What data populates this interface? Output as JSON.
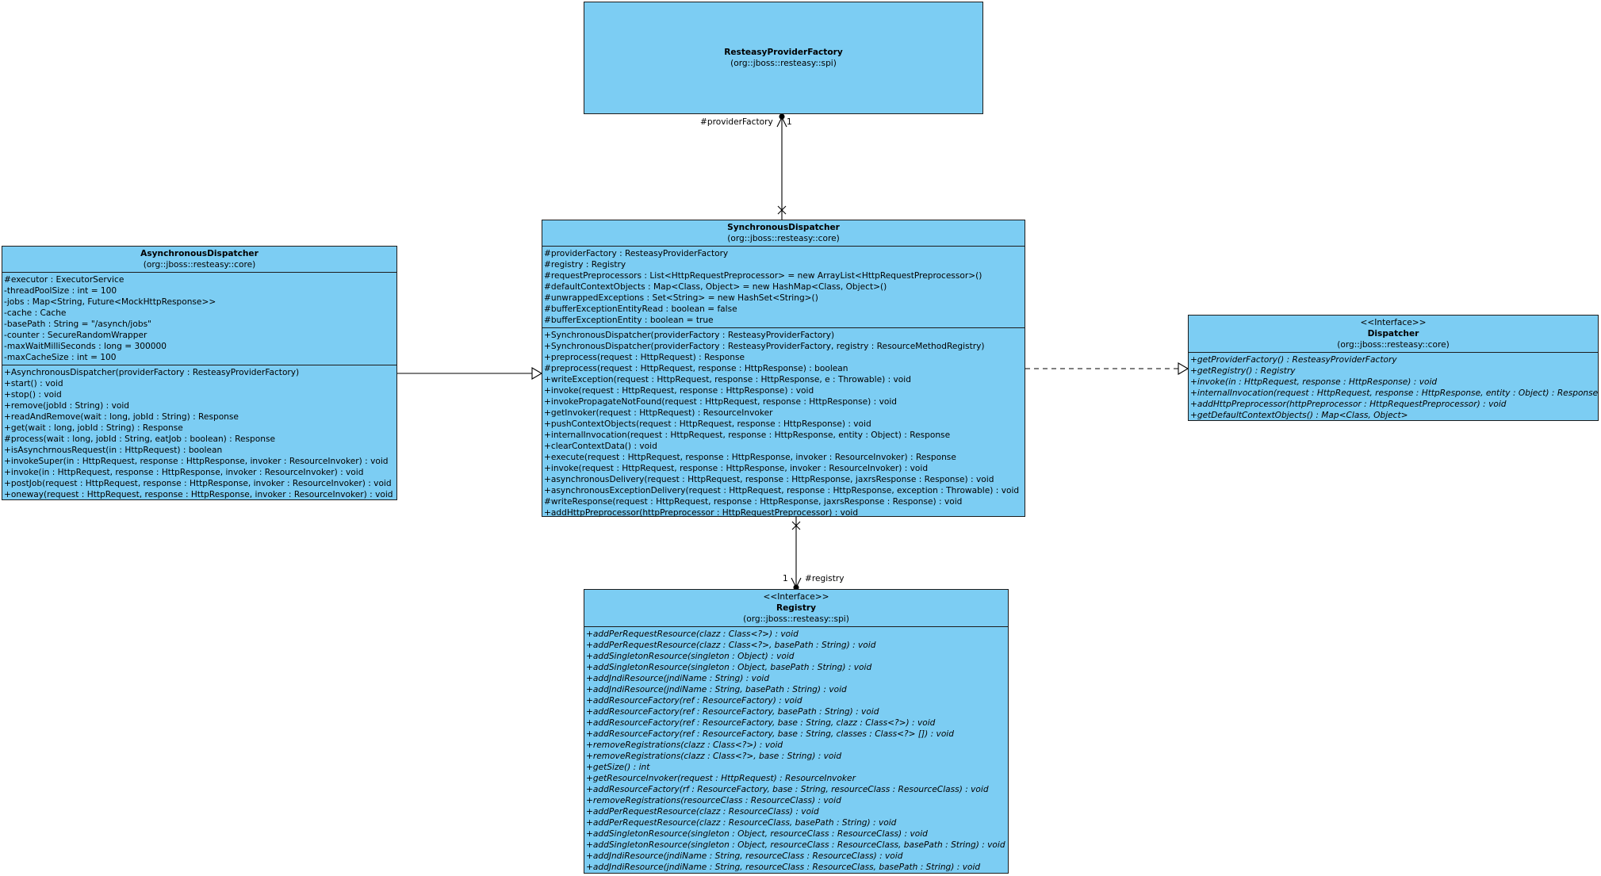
{
  "provider_factory": {
    "name": "ResteasyProviderFactory",
    "package": "(org::jboss::resteasy::spi)"
  },
  "synchronous_dispatcher": {
    "name": "SynchronousDispatcher",
    "package": "(org::jboss::resteasy::core)",
    "attributes": [
      "#providerFactory : ResteasyProviderFactory",
      "#registry : Registry",
      "#requestPreprocessors : List<HttpRequestPreprocessor> = new ArrayList<HttpRequestPreprocessor>()",
      "#defaultContextObjects : Map<Class, Object> = new HashMap<Class, Object>()",
      "#unwrappedExceptions : Set<String> = new HashSet<String>()",
      "#bufferExceptionEntityRead : boolean = false",
      "#bufferExceptionEntity : boolean = true"
    ],
    "operations": [
      "+SynchronousDispatcher(providerFactory : ResteasyProviderFactory)",
      "+SynchronousDispatcher(providerFactory : ResteasyProviderFactory, registry : ResourceMethodRegistry)",
      "+preprocess(request : HttpRequest) : Response",
      "#preprocess(request : HttpRequest, response : HttpResponse) : boolean",
      "+writeException(request : HttpRequest, response : HttpResponse, e : Throwable) : void",
      "+invoke(request : HttpRequest, response : HttpResponse) : void",
      "+invokePropagateNotFound(request : HttpRequest, response : HttpResponse) : void",
      "+getInvoker(request : HttpRequest) : ResourceInvoker",
      "+pushContextObjects(request : HttpRequest, response : HttpResponse) : void",
      "+internalInvocation(request : HttpRequest, response : HttpResponse, entity : Object) : Response",
      "+clearContextData() : void",
      "+execute(request : HttpRequest, response : HttpResponse, invoker : ResourceInvoker) : Response",
      "+invoke(request : HttpRequest, response : HttpResponse, invoker : ResourceInvoker) : void",
      "+asynchronousDelivery(request : HttpRequest, response : HttpResponse, jaxrsResponse : Response) : void",
      "+asynchronousExceptionDelivery(request : HttpRequest, response : HttpResponse, exception : Throwable) : void",
      "#writeResponse(request : HttpRequest, response : HttpResponse, jaxrsResponse : Response) : void",
      "+addHttpPreprocessor(httpPreprocessor : HttpRequestPreprocessor) : void"
    ]
  },
  "asynchronous_dispatcher": {
    "name": "AsynchronousDispatcher",
    "package": "(org::jboss::resteasy::core)",
    "attributes": [
      "#executor : ExecutorService",
      "-threadPoolSize : int = 100",
      "-jobs : Map<String, Future<MockHttpResponse>>",
      "-cache : Cache",
      "-basePath : String = \"/asynch/jobs\"",
      "-counter : SecureRandomWrapper",
      "-maxWaitMilliSeconds : long = 300000",
      "-maxCacheSize : int = 100"
    ],
    "operations": [
      "+AsynchronousDispatcher(providerFactory : ResteasyProviderFactory)",
      "+start() : void",
      "+stop() : void",
      "+remove(jobId : String) : void",
      "+readAndRemove(wait : long, jobId : String) : Response",
      "+get(wait : long, jobId : String) : Response",
      "#process(wait : long, jobId : String, eatJob : boolean) : Response",
      "+isAsynchrnousRequest(in : HttpRequest) : boolean",
      "+invokeSuper(in : HttpRequest, response : HttpResponse, invoker : ResourceInvoker) : void",
      "+invoke(in : HttpRequest, response : HttpResponse, invoker : ResourceInvoker) : void",
      "+postJob(request : HttpRequest, response : HttpResponse, invoker : ResourceInvoker) : void",
      "+oneway(request : HttpRequest, response : HttpResponse, invoker : ResourceInvoker) : void"
    ]
  },
  "dispatcher": {
    "stereotype": "<<Interface>>",
    "name": "Dispatcher",
    "package": "(org::jboss::resteasy::core)",
    "operations": [
      "+getProviderFactory() : ResteasyProviderFactory",
      "+getRegistry() : Registry",
      "+invoke(in : HttpRequest, response : HttpResponse) : void",
      "+internalInvocation(request : HttpRequest, response : HttpResponse, entity : Object) : Response",
      "+addHttpPreprocessor(httpPreprocessor : HttpRequestPreprocessor) : void",
      "+getDefaultContextObjects() : Map<Class, Object>"
    ]
  },
  "registry": {
    "stereotype": "<<Interface>>",
    "name": "Registry",
    "package": "(org::jboss::resteasy::spi)",
    "operations": [
      "+addPerRequestResource(clazz : Class<?>) : void",
      "+addPerRequestResource(clazz : Class<?>, basePath : String) : void",
      "+addSingletonResource(singleton : Object) : void",
      "+addSingletonResource(singleton : Object, basePath : String) : void",
      "+addJndiResource(jndiName : String) : void",
      "+addJndiResource(jndiName : String, basePath : String) : void",
      "+addResourceFactory(ref : ResourceFactory) : void",
      "+addResourceFactory(ref : ResourceFactory, basePath : String) : void",
      "+addResourceFactory(ref : ResourceFactory, base : String, clazz : Class<?>) : void",
      "+addResourceFactory(ref : ResourceFactory, base : String, classes : Class<?> []) : void",
      "+removeRegistrations(clazz : Class<?>) : void",
      "+removeRegistrations(clazz : Class<?>, base : String) : void",
      "+getSize() : int",
      "+getResourceInvoker(request : HttpRequest) : ResourceInvoker",
      "+addResourceFactory(rf : ResourceFactory, base : String, resourceClass : ResourceClass) : void",
      "+removeRegistrations(resourceClass : ResourceClass) : void",
      "+addPerRequestResource(clazz : ResourceClass) : void",
      "+addPerRequestResource(clazz : ResourceClass, basePath : String) : void",
      "+addSingletonResource(singleton : Object, resourceClass : ResourceClass) : void",
      "+addSingletonResource(singleton : Object, resourceClass : ResourceClass, basePath : String) : void",
      "+addJndiResource(jndiName : String, resourceClass : ResourceClass) : void",
      "+addJndiResource(jndiName : String, resourceClass : ResourceClass, basePath : String) : void"
    ]
  },
  "associations": {
    "provider_factory_role": "#providerFactory",
    "provider_factory_multiplicity": "1",
    "registry_role": "#registry",
    "registry_multiplicity": "1"
  }
}
